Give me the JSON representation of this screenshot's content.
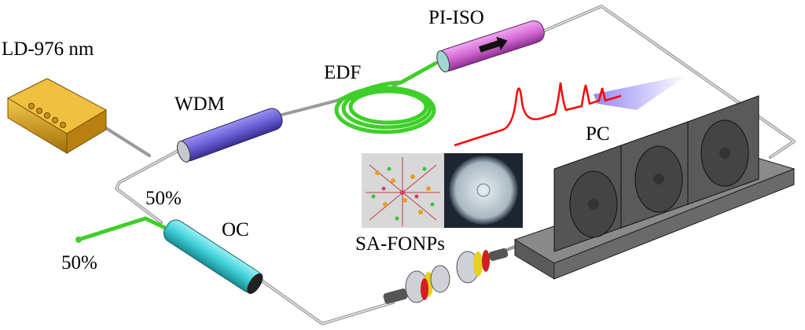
{
  "labels": {
    "laser_diode": "LD-976 nm",
    "wdm": "WDM",
    "edf": "EDF",
    "isolator": "PI-ISO",
    "polarization_controller": "PC",
    "coupler_in": "50%",
    "coupler": "OC",
    "coupler_out": "50%",
    "saturable_absorber": "SA-FONPs"
  },
  "colors": {
    "ld": "#d9a21a",
    "wdm": "#6b5fd6",
    "edf": "#3fcf2a",
    "isolator": "#d56ad6",
    "coupler": "#3fd0d8",
    "pc": "#4a4a4a",
    "pulse": "#ff0000"
  }
}
